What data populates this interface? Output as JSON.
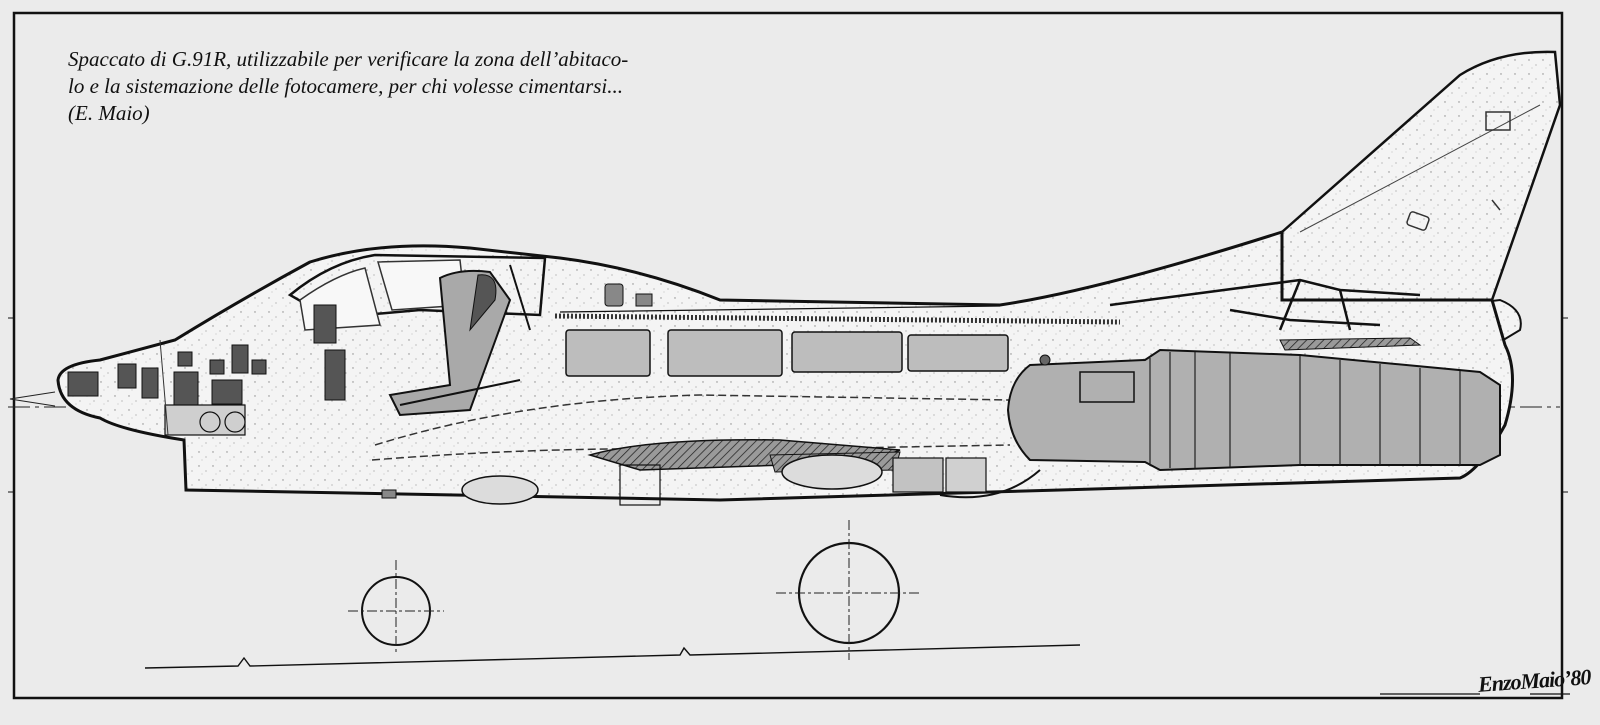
{
  "caption": {
    "line1": "Spaccato di G.91R, utilizzabile per verificare la zona dell’abitaco-",
    "line2": "lo e la sistemazione delle fotocamere, per chi volesse cimentarsi...",
    "line3": "(E. Maio)"
  },
  "signature": "EnzoMaio’80",
  "colors": {
    "background": "#ebebeb",
    "ink": "#111111",
    "fuselage": "#f3f3f3",
    "shaded": "#bdbdbd",
    "engine": "#b0b0b0"
  }
}
